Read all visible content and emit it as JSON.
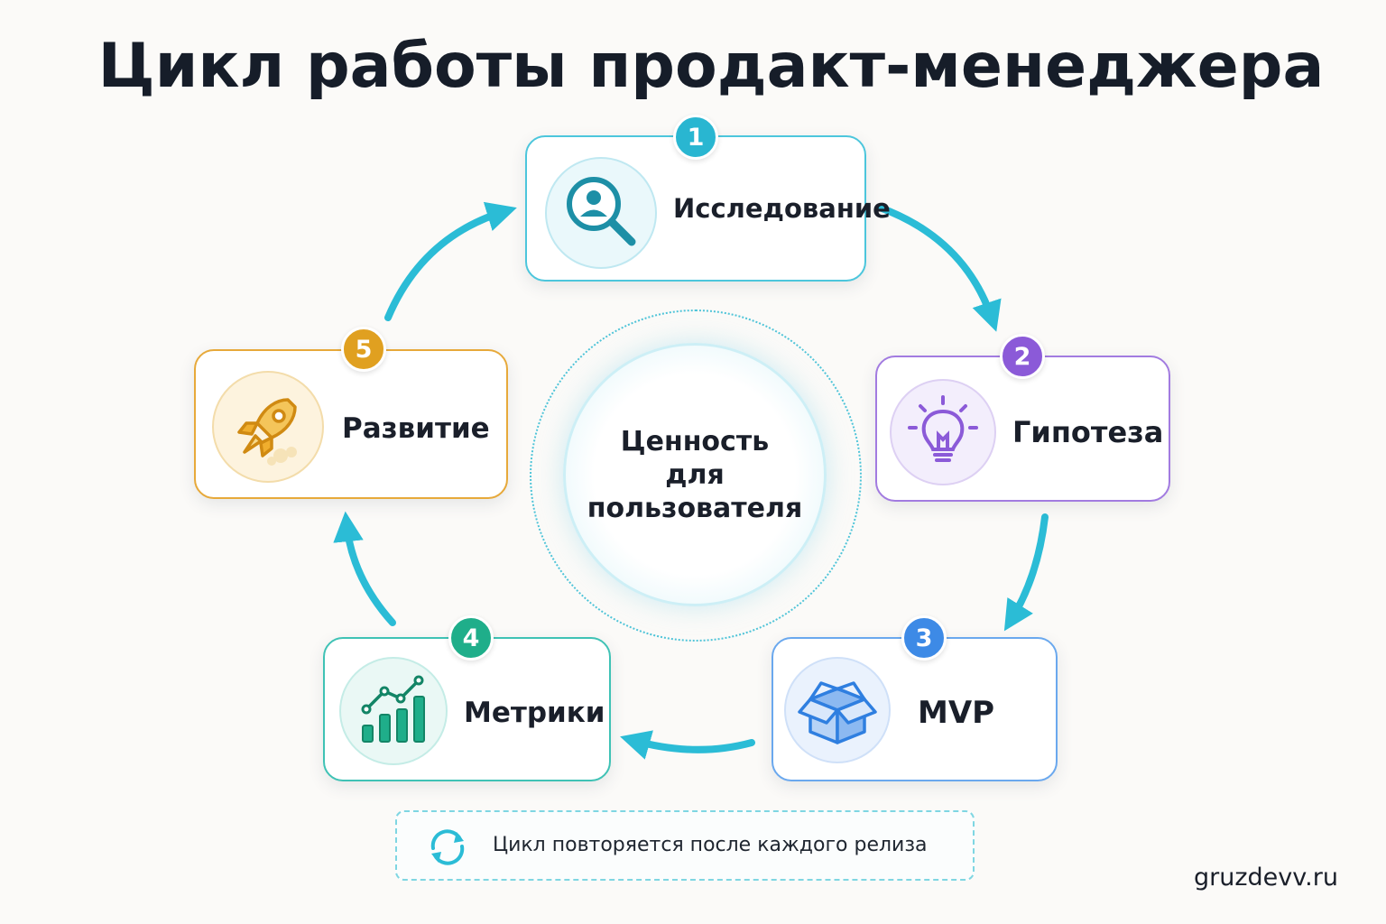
{
  "title": "Цикл работы продакт-менеджера",
  "steps": [
    {
      "number": "1",
      "label": "Исследование",
      "icon": "user-search-icon",
      "color": "#29b6d1"
    },
    {
      "number": "2",
      "label": "Гипотеза",
      "icon": "lightbulb-icon",
      "color": "#8b5ad8"
    },
    {
      "number": "3",
      "label": "MVP",
      "icon": "box-icon",
      "color": "#3d8ae6"
    },
    {
      "number": "4",
      "label": "Метрики",
      "icon": "growth-chart-icon",
      "color": "#1fae8a"
    },
    {
      "number": "5",
      "label": "Развитие",
      "icon": "rocket-icon",
      "color": "#e0a020"
    }
  ],
  "center": {
    "line1": "Ценность",
    "line2": "для",
    "line3": "пользователя"
  },
  "footer": {
    "text": "Цикл повторяется после каждого релиза",
    "icon": "refresh-cycle-icon"
  },
  "brand": "gruzdevv.ru",
  "colors": {
    "arrow": "#2bbcd6",
    "background": "#fbfaf8",
    "text": "#161d29"
  }
}
